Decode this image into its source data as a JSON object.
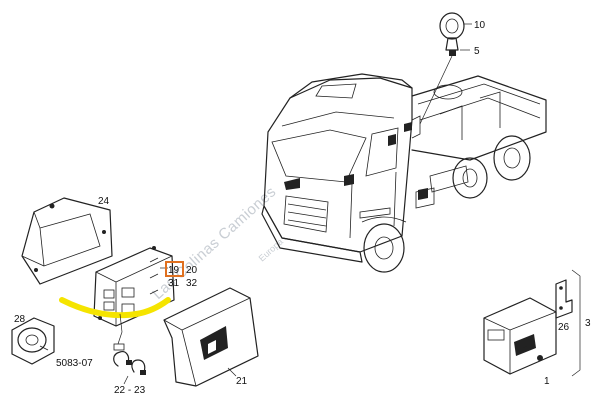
{
  "colors": {
    "line": "#222222",
    "highlight_box": "#e0701f",
    "highlight_band": "#f5e400",
    "watermark": "#c9ced4"
  },
  "watermark": {
    "main": "Las Colinas Camiones",
    "sub": "Europa"
  },
  "callouts": {
    "c10": "10",
    "c5": "5",
    "c24": "24",
    "c19": "19",
    "c20": "20",
    "c31": "31",
    "c32": "32",
    "c28": "28",
    "c5083": "5083-07",
    "c22_23": "22 - 23",
    "c21": "21",
    "c3": "3",
    "c26": "26",
    "c1": "1"
  }
}
